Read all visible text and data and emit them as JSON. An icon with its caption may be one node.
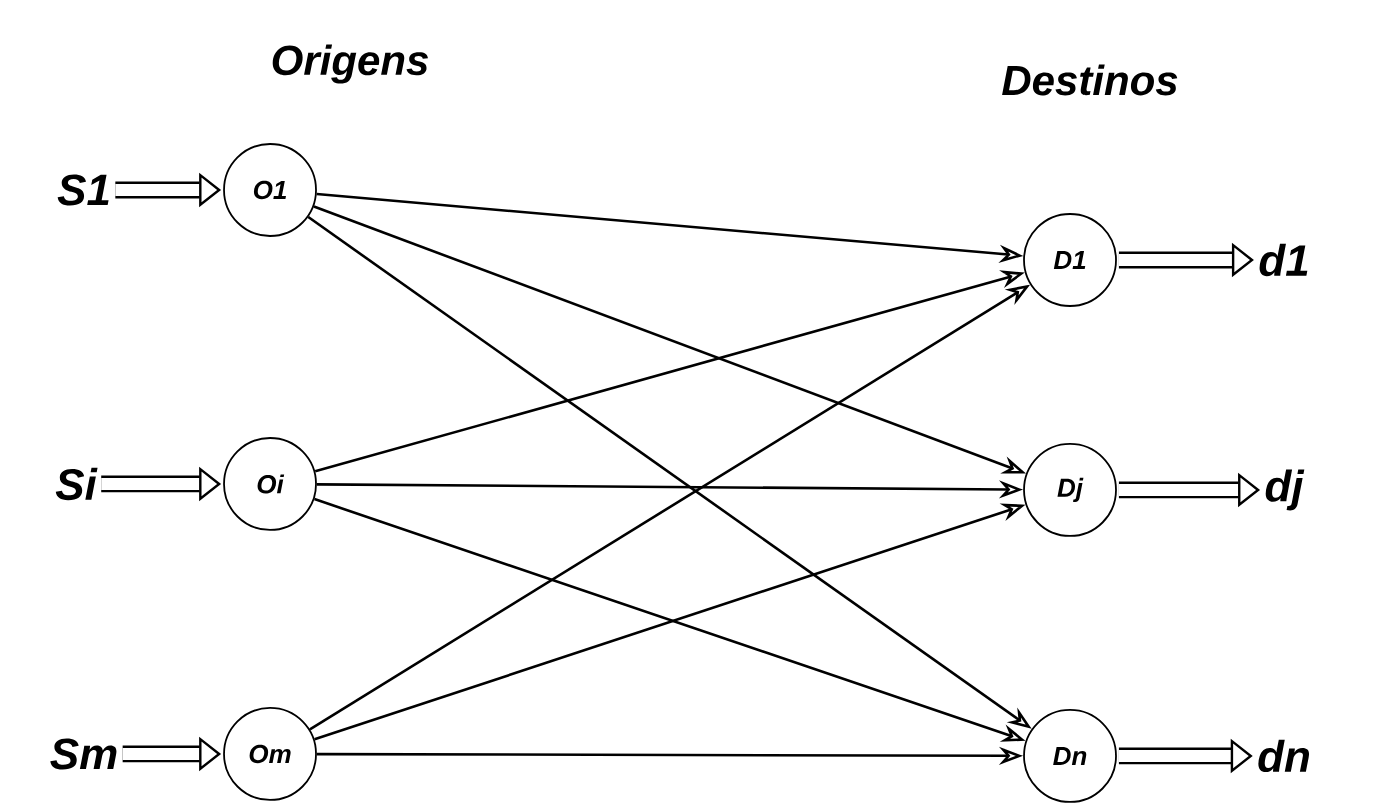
{
  "diagram": {
    "nodes": [
      {
        "text": [
          "S1"
        ]
      },
      {
        "text": [
          "Si"
        ]
      },
      {
        "text": [
          "Sm"
        ]
      },
      {
        "text": [
          "O1"
        ]
      },
      {
        "text": [
          "Oi"
        ]
      },
      {
        "text": [
          "Om"
        ]
      },
      {
        "text": [
          "D1"
        ]
      },
      {
        "text": [
          "Dj"
        ]
      },
      {
        "text": [
          "Dn"
        ]
      },
      {
        "text": [
          "d1"
        ]
      },
      {
        "text": [
          "dj"
        ]
      },
      {
        "text": [
          "dn"
        ]
      }
    ],
    "edges": [
      {
        "from": 0,
        "to": 3,
        "arrow": "to",
        "style": "thick"
      },
      {
        "from": 1,
        "to": 4,
        "arrow": "to",
        "style": "thick"
      },
      {
        "from": 2,
        "to": 5,
        "arrow": "to",
        "style": "thick"
      },
      {
        "from": 3,
        "to": 6,
        "arrow": "to"
      },
      {
        "from": 3,
        "to": 7,
        "arrow": "to"
      },
      {
        "from": 3,
        "to": 8,
        "arrow": "to"
      },
      {
        "from": 4,
        "to": 6,
        "arrow": "to"
      },
      {
        "from": 4,
        "to": 7,
        "arrow": "to"
      },
      {
        "from": 4,
        "to": 8,
        "arrow": "to"
      },
      {
        "from": 5,
        "to": 6,
        "arrow": "to"
      },
      {
        "from": 5,
        "to": 7,
        "arrow": "to"
      },
      {
        "from": 5,
        "to": 8,
        "arrow": "to"
      },
      {
        "from": 6,
        "to": 9,
        "arrow": "to",
        "style": "thick"
      },
      {
        "from": 7,
        "to": 10,
        "arrow": "to",
        "style": "thick"
      },
      {
        "from": 8,
        "to": 11,
        "arrow": "to",
        "style": "thick"
      }
    ],
    "labels": [
      "Origens",
      "Destinos"
    ]
  }
}
